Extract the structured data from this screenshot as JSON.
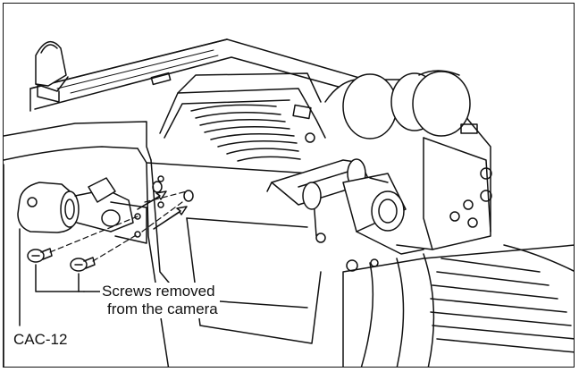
{
  "callouts": {
    "screws_line1": "Screws removed",
    "screws_line2": "from the camera",
    "cac12": "CAC-12"
  },
  "colors": {
    "line": "#111111",
    "background": "#ffffff"
  }
}
